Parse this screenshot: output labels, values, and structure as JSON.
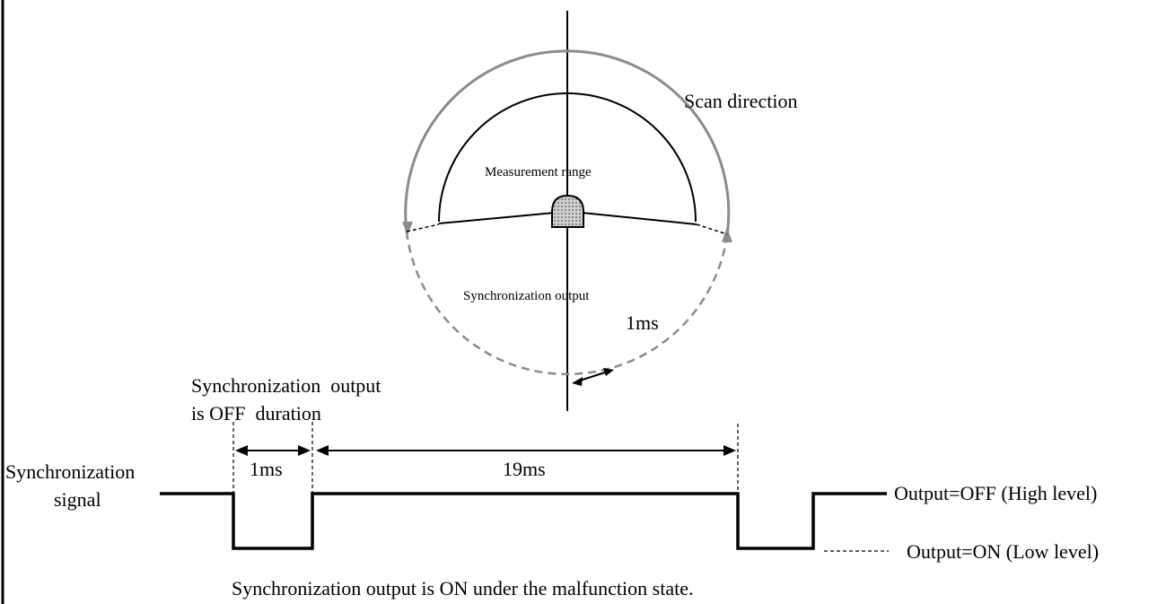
{
  "colors": {
    "line": "#000000",
    "scan_arc": "#8c8c8c",
    "sensor_fill": "#b0b0b0"
  },
  "icons": {
    "sensor": "sensor-head-icon",
    "scan_arrow": "arrow-head-icon"
  },
  "diagram": {
    "scan_direction": "Scan direction",
    "measurement_range": "Measurement range",
    "sync_output_arc": "Synchronization output",
    "arc_duration": "1ms",
    "off_duration_line1": "Synchronization  output",
    "off_duration_line2": "is OFF  duration",
    "pulse_off_width": "1ms",
    "period": "19ms",
    "signal_line1": "Synchronization",
    "signal_line2": "signal",
    "output_off": "Output=OFF (High level)",
    "output_on": "Output=ON (Low level)",
    "malfunction_note": "Synchronization output is ON under the malfunction state."
  }
}
